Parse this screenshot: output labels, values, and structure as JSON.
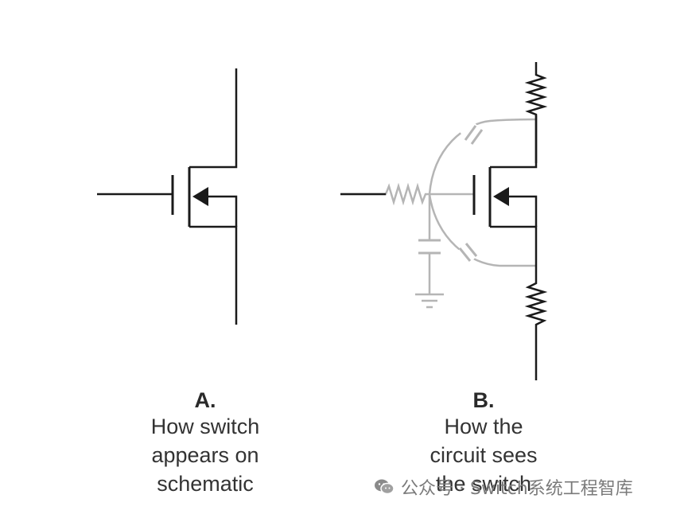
{
  "figure_a": {
    "label": "A.",
    "caption_lines": [
      "How switch",
      "appears on",
      "schematic"
    ]
  },
  "figure_b": {
    "label": "B.",
    "caption_lines": [
      "How the",
      "circuit sees",
      "the switch"
    ]
  },
  "watermark": {
    "text": "公众号 · Switch系统工程智库",
    "icon": "wechat-icon"
  },
  "colors": {
    "ideal_circuit": "#1a1a1a",
    "parasitic_elements": "#b5b5b5",
    "caption": "#2a2a2a",
    "watermark": "#7a7a7a"
  }
}
